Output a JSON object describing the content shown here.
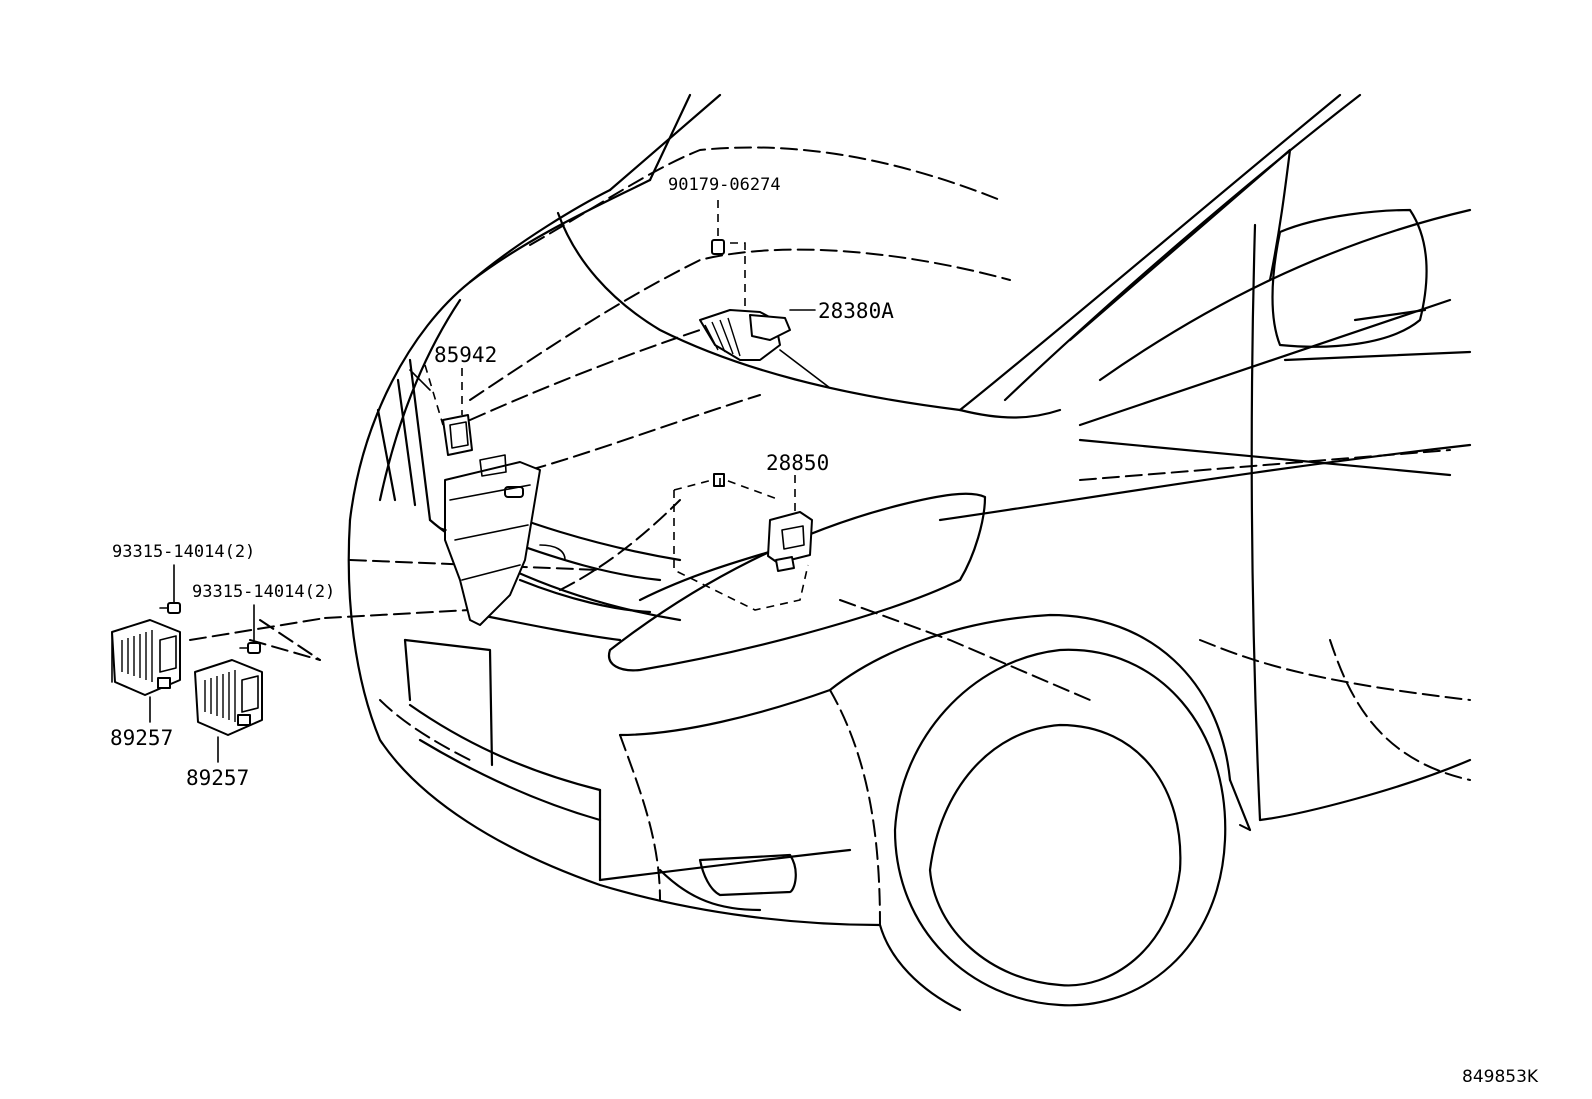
{
  "callouts": {
    "fastener_top": "90179-06274",
    "sensor_hood": "28380A",
    "part_grille": "85942",
    "module_center": "28850",
    "screw_left": "93315-14014(2)",
    "screw_right": "93315-14014(2)",
    "ballast_left": "89257",
    "ballast_right": "89257"
  },
  "diagram_code": "849853K"
}
